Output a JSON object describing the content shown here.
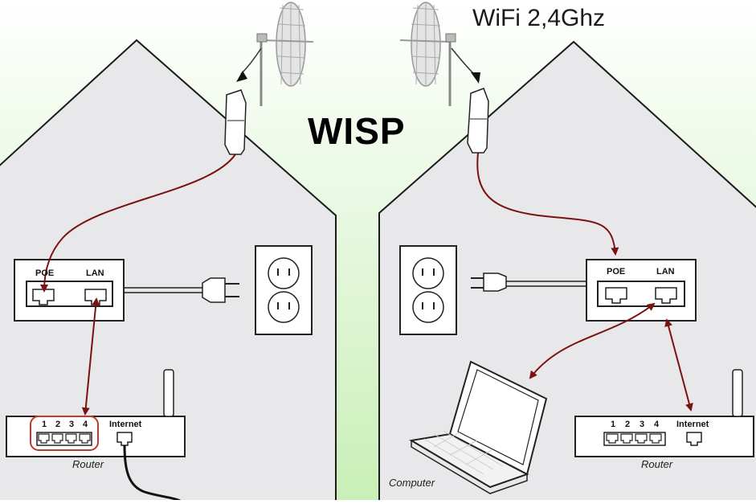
{
  "wifi_label": "WiFi 2,4Ghz",
  "wisp_label": "WISP",
  "left_house": {
    "poe_label": "POE",
    "lan_label": "LAN",
    "router_label": "Router",
    "port_numbers": [
      "1",
      "2",
      "3",
      "4"
    ],
    "internet_label": "Internet"
  },
  "right_house": {
    "poe_label": "POE",
    "lan_label": "LAN",
    "router_label": "Router",
    "computer_label": "Computer",
    "port_numbers": [
      "1",
      "2",
      "3",
      "4"
    ],
    "internet_label": "Internet"
  },
  "colors": {
    "cable": "#7a1212",
    "house_fill": "#e8e8ea",
    "sky_gradient_bottom": "#c9efb8",
    "router_highlight": "#c0392b"
  }
}
